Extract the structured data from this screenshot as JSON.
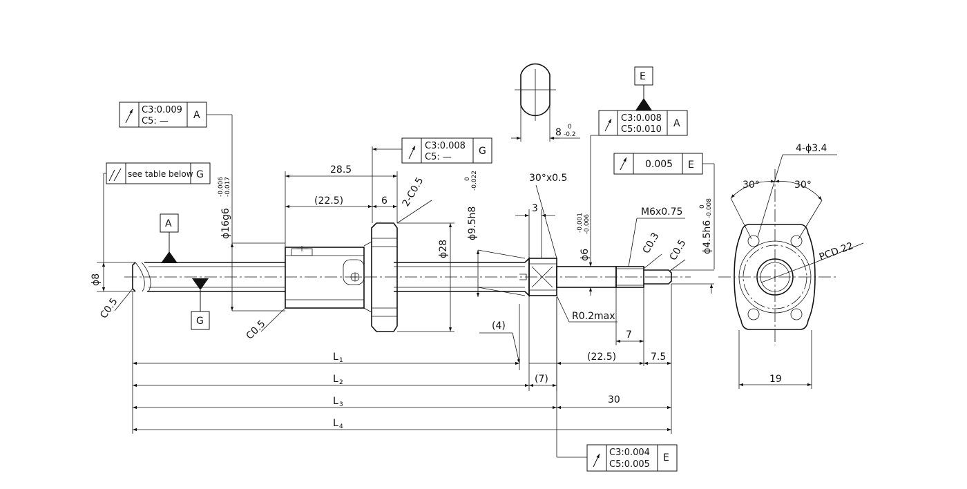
{
  "datums": {
    "A": "A",
    "G": "G",
    "E": "E"
  },
  "fcf_left_top": {
    "line1": "C3:0.009",
    "line2": "C5: —",
    "datum": "A"
  },
  "fcf_left_table": {
    "text": "see table below",
    "datum": "G"
  },
  "fcf_mid": {
    "line1": "C3:0.008",
    "line2": "C5: —",
    "datum": "G"
  },
  "fcf_right_top": {
    "line1": "C3:0.008",
    "line2": "C5:0.010",
    "datum": "A"
  },
  "fcf_right_single": {
    "value": "0.005",
    "datum": "E"
  },
  "fcf_bottom": {
    "line1": "C3:0.004",
    "line2": "C5:0.005",
    "datum": "E"
  },
  "dims": {
    "d285": "28.5",
    "d225a": "(22.5)",
    "d6": "6",
    "c05_2": "2-C0.5",
    "chamfer30": "30°x0.5",
    "d3": "3",
    "flat8": "8",
    "flat8_tol_up": "0",
    "flat8_tol_lo": "-0.2",
    "phi8": "ϕ8",
    "c05_left": "C0.5",
    "c05_nut": "C0.5",
    "phi16_main": "ϕ16g6",
    "phi16_tol_up": "-0.006",
    "phi16_tol_lo": "-0.017",
    "phi95_main": "ϕ9.5h8",
    "phi95_tol_up": "0",
    "phi95_tol_lo": "-0.022",
    "phi28": "ϕ28",
    "phi6_main": "ϕ6",
    "phi6_tol_up": "-0.001",
    "phi6_tol_lo": "-0.006",
    "m6": "M6x0.75",
    "c03": "C0.3",
    "c05_end": "C0.5",
    "phi45_main": "ϕ4.5h6",
    "phi45_tol_up": "0",
    "phi45_tol_lo": "-0.008",
    "r02": "R0.2max",
    "d4": "(4)",
    "d7": "7",
    "d225b": "(22.5)",
    "d75": "7.5",
    "d7p": "(7)",
    "d30": "30",
    "d19": "19",
    "holes": "4-ϕ3.4",
    "ang1": "30°",
    "ang2": "30°",
    "pcd": "PCD 22"
  },
  "lengths": {
    "L1": {
      "main": "L",
      "sub": "1"
    },
    "L2": {
      "main": "L",
      "sub": "2"
    },
    "L3": {
      "main": "L",
      "sub": "3"
    },
    "L4": {
      "main": "L",
      "sub": "4"
    }
  }
}
